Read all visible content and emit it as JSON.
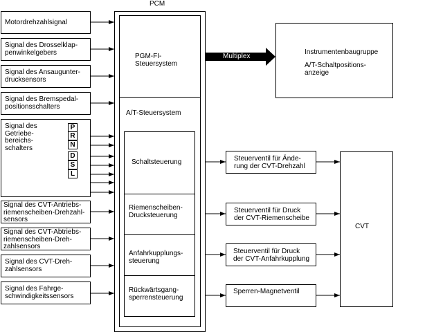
{
  "pcm": {
    "title": "PCM",
    "pgmfi": "PGM-FI-\nSteuersystem",
    "at_system": "A/T-Steuersystem",
    "modules": [
      "Schaltsteuerung",
      "Riemenscheiben-\nDrucksteuerung",
      "Anfahrkupplungs-\nsteuerung",
      "Rückwärtsgang-\nsperrensteuerung"
    ]
  },
  "inputs": [
    "Motordrehzahlsignal",
    "Signal des Drosselklap-\npenwinkelgebers",
    "Signal des Ansaugunter-\ndrucksensors",
    "Signal des Bremspedal-\npositionsschalters",
    "Signal des\nGetriebe-\nbereichs-\nschalters",
    "Signal des CVT-Antriebs-\nriemenscheiben-Drehzahl-\nsensors",
    "Signal des CVT-Abtriebs-\nriemenscheiben-Dreh-\nzahlsensors",
    "Signal des CVT-Dreh-\nzahlsensors",
    "Signal des Fahrge-\nschwindigkeitssensors"
  ],
  "gear_positions": [
    "P",
    "R",
    "N",
    "D",
    "S",
    "L"
  ],
  "multiplex": {
    "label": "Multiplex",
    "target_title": "Instrumentenbaugruppe",
    "target_sub": "A/T-Schaltpositions-\nanzeige"
  },
  "valves": [
    "Steuerventil für Ände-\nrung der CVT-Drehzahl",
    "Steuerventil für Druck\nder CVT-Riemenscheibe",
    "Steuerventil für Druck\nder CVT-Anfahrkupplung",
    "Sperren-Magnetventil"
  ],
  "cvt": {
    "label": "CVT"
  }
}
